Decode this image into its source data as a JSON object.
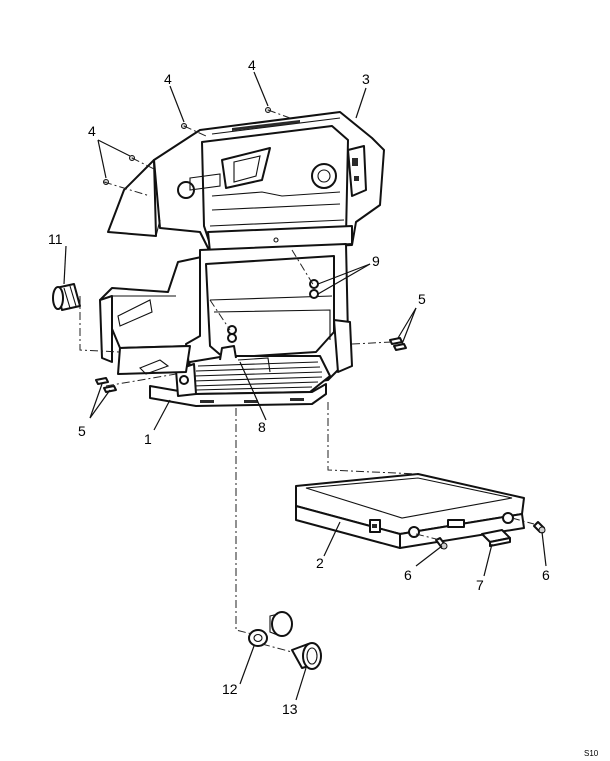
{
  "callouts": {
    "c1": "1",
    "c2": "2",
    "c3": "3",
    "c4a": "4",
    "c4b": "4",
    "c4c": "4",
    "c5a": "5",
    "c5b": "5",
    "c6a": "6",
    "c6b": "6",
    "c7": "7",
    "c8": "8",
    "c9": "9",
    "c11": "11",
    "c12": "12",
    "c13": "13"
  },
  "figure_ref": "S10"
}
